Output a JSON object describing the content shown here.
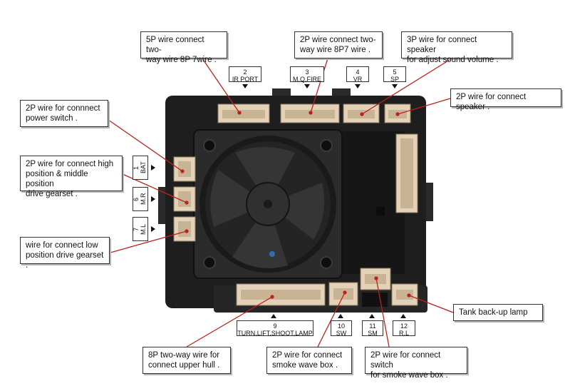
{
  "colors": {
    "leader_line": "#c0201c",
    "board_dark": "#1e1e1e",
    "connector": "#e4d2b8"
  },
  "callouts": {
    "ir_port_wire": "5P wire connect two-\nway wire 8P 7wire .",
    "mq_fire_wire": "2P wire connect two-\nway wire 8P7 wire .",
    "vr_wire": "3P wire for connect speaker\nfor adjust sound volume .",
    "speaker_wire": "2P wire for connect speaker .",
    "power_switch": "2P wire for connnect\npower switch .",
    "high_mid_gearset": "2P wire for connect high\nposition & middle position\ndrive gearset .",
    "low_gearset": "wire for connect low\nposition drive gearset .",
    "tank_lamp": "Tank back-up lamp",
    "upper_hull": "8P two-way wire for\nconnect upper hull .",
    "smoke_box": "2P wire for connect\nsmoke wave box .",
    "smoke_switch": "2P wire for connect switch\nfor smoke wave box ."
  },
  "port_labels": {
    "p2": "2\nIR PORT",
    "p3": "3\nM.Q.FIRE",
    "p4": "4\nVR",
    "p5": "5\nSP",
    "p1": "1\nBAT",
    "p6": "6\nM.R",
    "p7": "7\nM.L",
    "p9": "9\nTURN,LIFT,SHOOT,LAMP",
    "p10": "10\nSW",
    "p11": "11\nSM",
    "p12": "12\nR.L"
  }
}
